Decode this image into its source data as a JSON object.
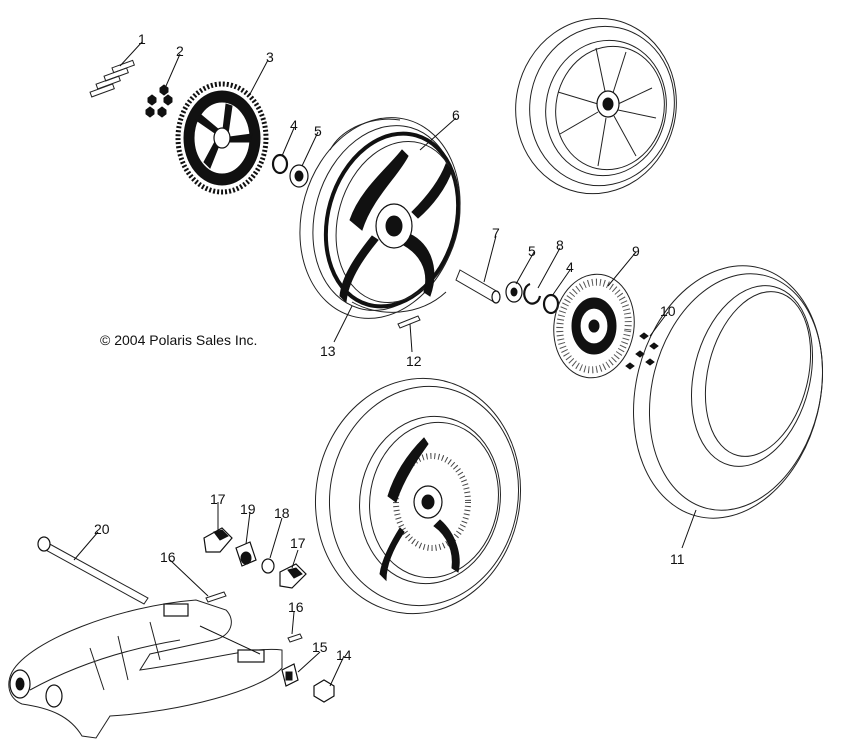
{
  "copyright": "© 2004 Polaris Sales Inc.",
  "callouts": {
    "c1": "1",
    "c2": "2",
    "c3": "3",
    "c4a": "4",
    "c5a": "5",
    "c6": "6",
    "c7": "7",
    "c5b": "5",
    "c8": "8",
    "c4b": "4",
    "c9": "9",
    "c10": "10",
    "c11": "11",
    "c12": "12",
    "c13": "13",
    "c14": "14",
    "c15": "15",
    "c16a": "16",
    "c16b": "16",
    "c17a": "17",
    "c17b": "17",
    "c18": "18",
    "c19": "19",
    "c20": "20"
  }
}
